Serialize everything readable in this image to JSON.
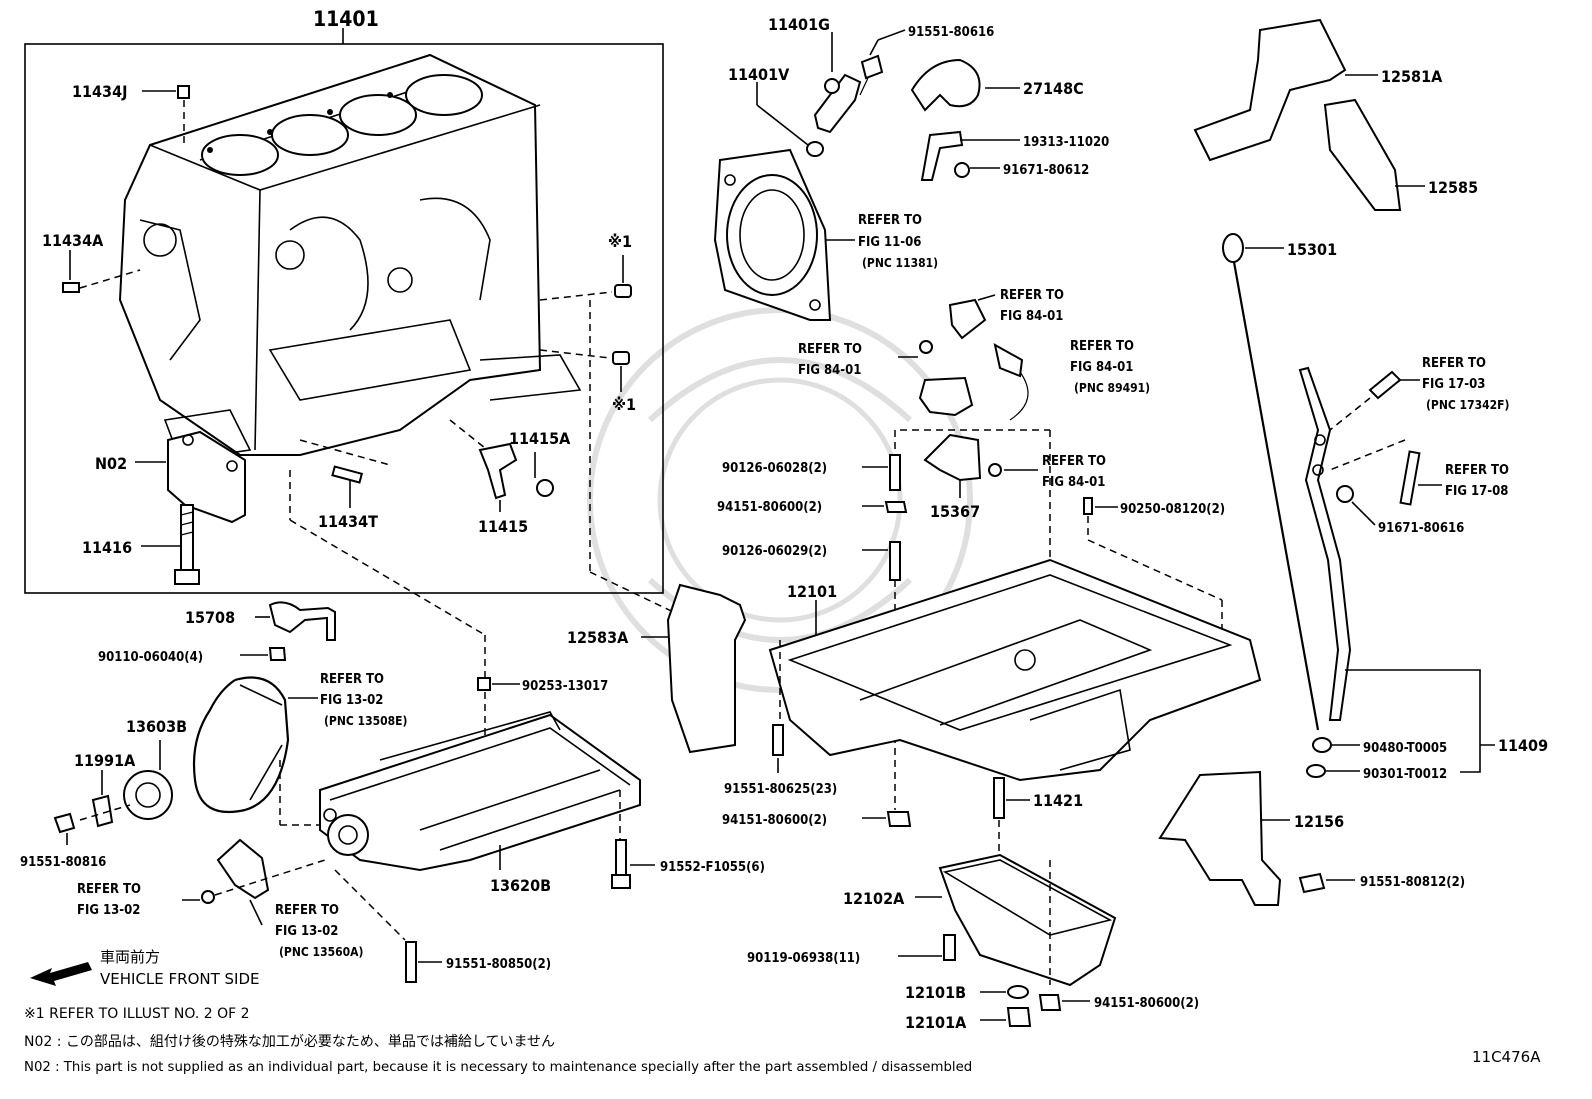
{
  "labels": {
    "p11401": "11401",
    "p11434J": "11434J",
    "p11434A": "11434A",
    "star1a": "※1",
    "star1b": "※1",
    "n02": "N02",
    "p11416": "11416",
    "p11434T": "11434T",
    "p11415A": "11415A",
    "p11415": "11415",
    "p11401G": "11401G",
    "p11401V": "11401V",
    "p91551_80616": "91551-80616",
    "p27148C": "27148C",
    "p19313_11020": "19313-11020",
    "p91671_80612": "91671-80612",
    "p12581A": "12581A",
    "p12585": "12585",
    "p15301": "15301",
    "p90126_06028": "90126-06028(2)",
    "p94151_80600a": "94151-80600(2)",
    "p90126_06029": "90126-06029(2)",
    "p15367": "15367",
    "p90250_08120": "90250-08120(2)",
    "p91671_80616": "91671-80616",
    "p12101": "12101",
    "p12583A": "12583A",
    "p15708": "15708",
    "p90110_06040": "90110-06040(4)",
    "p90253_13017": "90253-13017",
    "p13603B": "13603B",
    "p11991A": "11991A",
    "p91551_80816": "91551-80816",
    "p13620B": "13620B",
    "p91552_F1055": "91552-F1055(6)",
    "p91551_80850": "91551-80850(2)",
    "p91551_80625": "91551-80625(23)",
    "p94151_80600b": "94151-80600(2)",
    "p11421": "11421",
    "p12102A": "12102A",
    "p90119_06938": "90119-06938(11)",
    "p12101B": "12101B",
    "p12101A": "12101A",
    "p94151_80600c": "94151-80600(2)",
    "p90480_T0005": "90480-T0005",
    "p90301_T0012": "90301-T0012",
    "p11409": "11409",
    "p12156": "12156",
    "p91551_80812": "91551-80812(2)",
    "diagram_id": "11C476A"
  },
  "refer_to": {
    "refer_word": "REFER TO",
    "r1106_fig": "FIG 11-06",
    "r1106_pnc": "(PNC 11381)",
    "r8401a_fig": "FIG 84-01",
    "r8401b_fig": "FIG 84-01",
    "r8401c_fig": "FIG 84-01",
    "r8401c_pnc": "(PNC 89491)",
    "r8401d_fig": "FIG 84-01",
    "r1703_fig": "FIG 17-03",
    "r1703_pnc": "(PNC 17342F)",
    "r1708_fig": "FIG 17-08",
    "r1302a_fig": "FIG 13-02",
    "r1302a_pnc": "(PNC 13508E)",
    "r1302b_fig": "FIG 13-02",
    "r1302c_fig": "FIG 13-02",
    "r1302c_pnc": "(PNC 13560A)"
  },
  "direction": {
    "jp": "車両前方",
    "en": "VEHICLE FRONT SIDE"
  },
  "notes": {
    "star_note": "※1  REFER TO ILLUST NO. 2 OF 2",
    "n02_jp": "N02 : この部品は、組付け後の特殊な加工が必要なため、単品では補給していません",
    "n02_en": "N02 : This part is not supplied as an individual part, because it is necessary to maintenance specially after the part assembled / disassembled"
  }
}
